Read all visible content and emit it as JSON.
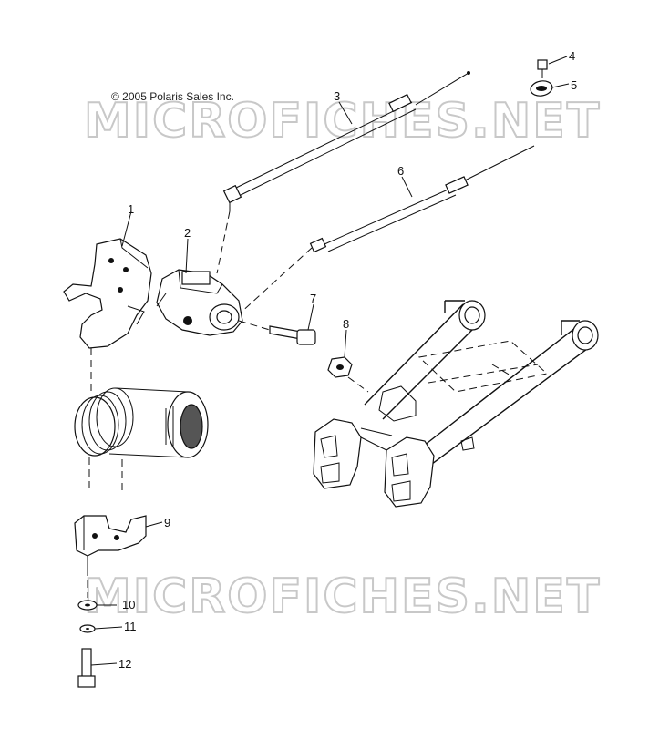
{
  "copyright": "© 2005 Polaris Sales Inc.",
  "watermark": "MICROFICHES.NET",
  "callouts": {
    "p1": "1",
    "p2": "2",
    "p3": "3",
    "p4": "4",
    "p5": "5",
    "p6": "6",
    "p7": "7",
    "p8": "8",
    "p9": "9",
    "p10": "10",
    "p11": "11",
    "p12": "12"
  }
}
